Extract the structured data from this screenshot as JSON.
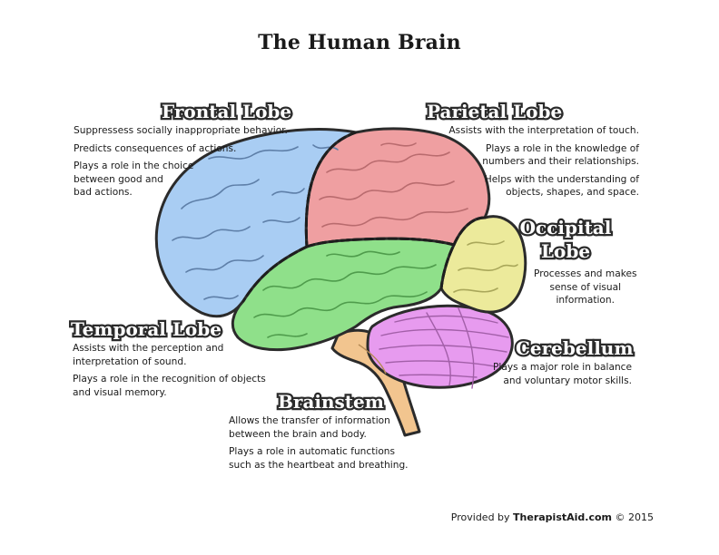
{
  "title": "The Human Brain",
  "regions": {
    "frontal": {
      "name": "Frontal Lobe",
      "color": "#a9cdf3",
      "lines": [
        "Suppressess socially inappropriate behavior.",
        "Predicts consequences of actions.",
        "Plays a role in the choice",
        "between good and",
        "bad actions."
      ]
    },
    "parietal": {
      "name": "Parietal Lobe",
      "color": "#ef9fa1",
      "lines": [
        "Assists with the interpretation of touch.",
        "Plays a role in the knowledge of",
        "numbers and their relationships.",
        "Helps with the understanding of",
        "objects, shapes, and space."
      ]
    },
    "occipital": {
      "name_line1": "Occipital",
      "name_line2": "Lobe",
      "color": "#ecea9b",
      "lines": [
        "Processes and makes",
        "sense of visual",
        "information."
      ]
    },
    "temporal": {
      "name": "Temporal Lobe",
      "color": "#8fe08a",
      "lines": [
        "Assists with the perception and",
        "interpretation of sound.",
        "Plays a role in the recognition of objects",
        "and visual memory."
      ]
    },
    "cerebellum": {
      "name": "Cerebellum",
      "color": "#e79bef",
      "lines": [
        "Plays a major role in balance",
        "and voluntary motor skills."
      ]
    },
    "brainstem": {
      "name": "Brainstem",
      "color": "#f2c58f",
      "lines": [
        "Allows the transfer of information",
        "between the brain and body.",
        "Plays a role in automatic functions",
        "such as the heartbeat and breathing."
      ]
    }
  },
  "footer": {
    "prefix": "Provided by ",
    "brand": "TherapistAid.com",
    "suffix": " © 2015"
  }
}
